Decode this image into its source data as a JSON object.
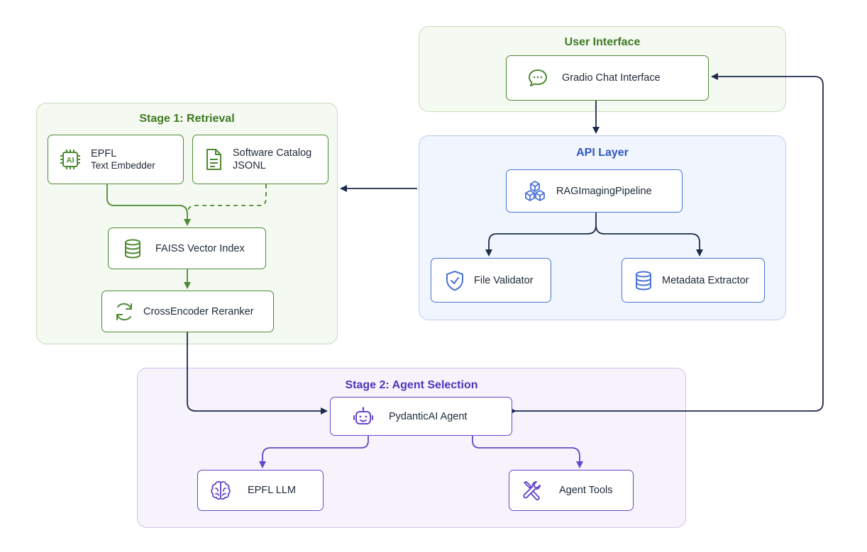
{
  "groups": {
    "ui": {
      "title": "User Interface"
    },
    "retrieval": {
      "title": "Stage 1: Retrieval"
    },
    "api": {
      "title": "API Layer"
    },
    "agent": {
      "title": "Stage 2: Agent Selection"
    }
  },
  "nodes": {
    "gradio": {
      "label": "Gradio Chat Interface",
      "icon": "chat-bubble-icon"
    },
    "embedder": {
      "line1": "EPFL",
      "line2": "Text Embedder",
      "icon": "ai-chip-icon"
    },
    "catalog": {
      "line1": "Software Catalog",
      "line2": "JSONL",
      "icon": "document-icon"
    },
    "faiss": {
      "label": "FAISS Vector Index",
      "icon": "database-icon"
    },
    "reranker": {
      "label": "CrossEncoder Reranker",
      "icon": "refresh-icon"
    },
    "pipeline": {
      "label": "RAGImagingPipeline",
      "icon": "cubes-icon"
    },
    "validator": {
      "label": "File Validator",
      "icon": "shield-check-icon"
    },
    "metadata": {
      "label": "Metadata Extractor",
      "icon": "database-icon"
    },
    "pydantic": {
      "label": "PydanticAI Agent",
      "icon": "robot-icon"
    },
    "llm": {
      "label": "EPFL LLM",
      "icon": "brain-icon"
    },
    "tools": {
      "label": "Agent Tools",
      "icon": "tools-icon"
    }
  },
  "colors": {
    "green": "#4e8a33",
    "blue": "#4b73d8",
    "purple": "#6548c9",
    "navy": "#1e2a4a"
  }
}
